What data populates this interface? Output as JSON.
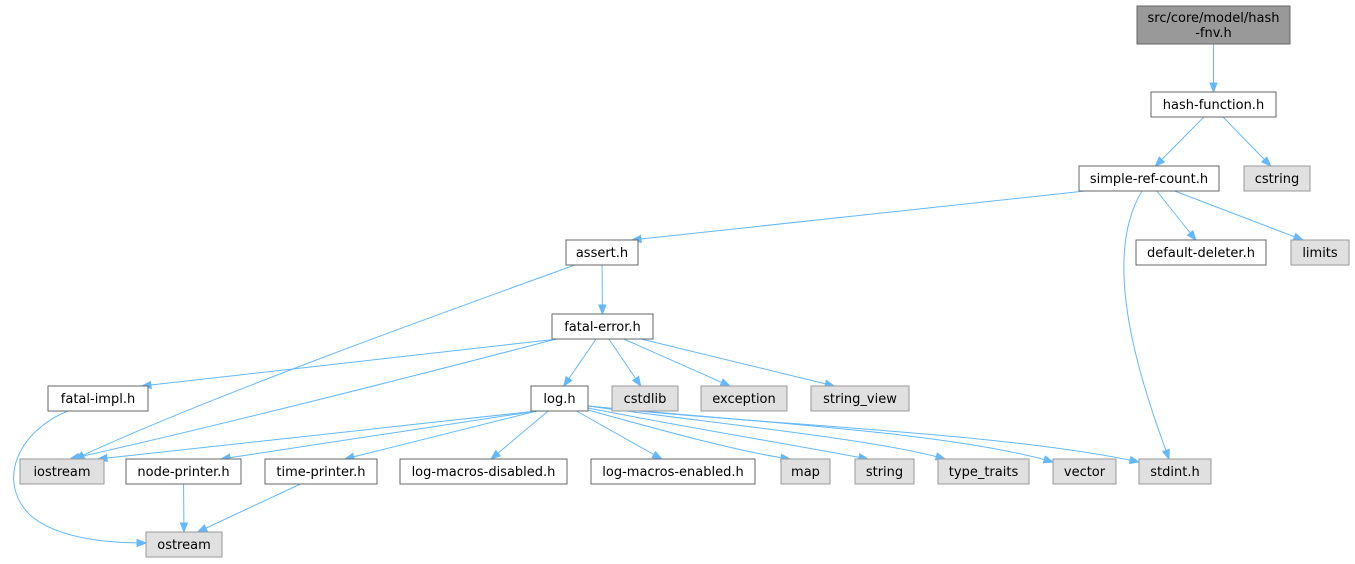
{
  "graph_title": "",
  "colors": {
    "edge": "#63b8ff",
    "primary_fill": "#999999",
    "project_fill": "#ffffff",
    "external_fill": "#e0e0e0",
    "border": "#666666"
  },
  "nodes": {
    "hash_fnv": {
      "lines": [
        "src/core/model/hash",
        "-fnv.h"
      ],
      "kind": "primary"
    },
    "hash_function": {
      "lines": [
        "hash-function.h"
      ],
      "kind": "project"
    },
    "simple_ref_count": {
      "lines": [
        "simple-ref-count.h"
      ],
      "kind": "project"
    },
    "cstring": {
      "lines": [
        "cstring"
      ],
      "kind": "external"
    },
    "assert": {
      "lines": [
        "assert.h"
      ],
      "kind": "project"
    },
    "default_deleter": {
      "lines": [
        "default-deleter.h"
      ],
      "kind": "project"
    },
    "limits": {
      "lines": [
        "limits"
      ],
      "kind": "external"
    },
    "fatal_error": {
      "lines": [
        "fatal-error.h"
      ],
      "kind": "project"
    },
    "fatal_impl": {
      "lines": [
        "fatal-impl.h"
      ],
      "kind": "project"
    },
    "log": {
      "lines": [
        "log.h"
      ],
      "kind": "project"
    },
    "cstdlib": {
      "lines": [
        "cstdlib"
      ],
      "kind": "external"
    },
    "exception": {
      "lines": [
        "exception"
      ],
      "kind": "external"
    },
    "string_view": {
      "lines": [
        "string_view"
      ],
      "kind": "external"
    },
    "iostream": {
      "lines": [
        "iostream"
      ],
      "kind": "external"
    },
    "node_printer": {
      "lines": [
        "node-printer.h"
      ],
      "kind": "project"
    },
    "time_printer": {
      "lines": [
        "time-printer.h"
      ],
      "kind": "project"
    },
    "log_macros_disabled": {
      "lines": [
        "log-macros-disabled.h"
      ],
      "kind": "project"
    },
    "log_macros_enabled": {
      "lines": [
        "log-macros-enabled.h"
      ],
      "kind": "project"
    },
    "map": {
      "lines": [
        "map"
      ],
      "kind": "external"
    },
    "string": {
      "lines": [
        "string"
      ],
      "kind": "external"
    },
    "type_traits": {
      "lines": [
        "type_traits"
      ],
      "kind": "external"
    },
    "vector": {
      "lines": [
        "vector"
      ],
      "kind": "external"
    },
    "stdint": {
      "lines": [
        "stdint.h"
      ],
      "kind": "external"
    },
    "ostream": {
      "lines": [
        "ostream"
      ],
      "kind": "external"
    }
  },
  "edges": [
    [
      "hash_fnv",
      "hash_function"
    ],
    [
      "hash_function",
      "simple_ref_count"
    ],
    [
      "hash_function",
      "cstring"
    ],
    [
      "simple_ref_count",
      "assert"
    ],
    [
      "simple_ref_count",
      "default_deleter"
    ],
    [
      "simple_ref_count",
      "limits"
    ],
    [
      "simple_ref_count",
      "stdint"
    ],
    [
      "assert",
      "fatal_error"
    ],
    [
      "assert",
      "iostream"
    ],
    [
      "fatal_error",
      "fatal_impl"
    ],
    [
      "fatal_error",
      "log"
    ],
    [
      "fatal_error",
      "cstdlib"
    ],
    [
      "fatal_error",
      "exception"
    ],
    [
      "fatal_error",
      "string_view"
    ],
    [
      "fatal_error",
      "iostream"
    ],
    [
      "fatal_impl",
      "ostream"
    ],
    [
      "log",
      "iostream"
    ],
    [
      "log",
      "node_printer"
    ],
    [
      "log",
      "time_printer"
    ],
    [
      "log",
      "log_macros_disabled"
    ],
    [
      "log",
      "log_macros_enabled"
    ],
    [
      "log",
      "map"
    ],
    [
      "log",
      "string"
    ],
    [
      "log",
      "type_traits"
    ],
    [
      "log",
      "vector"
    ],
    [
      "log",
      "stdint"
    ],
    [
      "node_printer",
      "ostream"
    ],
    [
      "time_printer",
      "ostream"
    ]
  ]
}
